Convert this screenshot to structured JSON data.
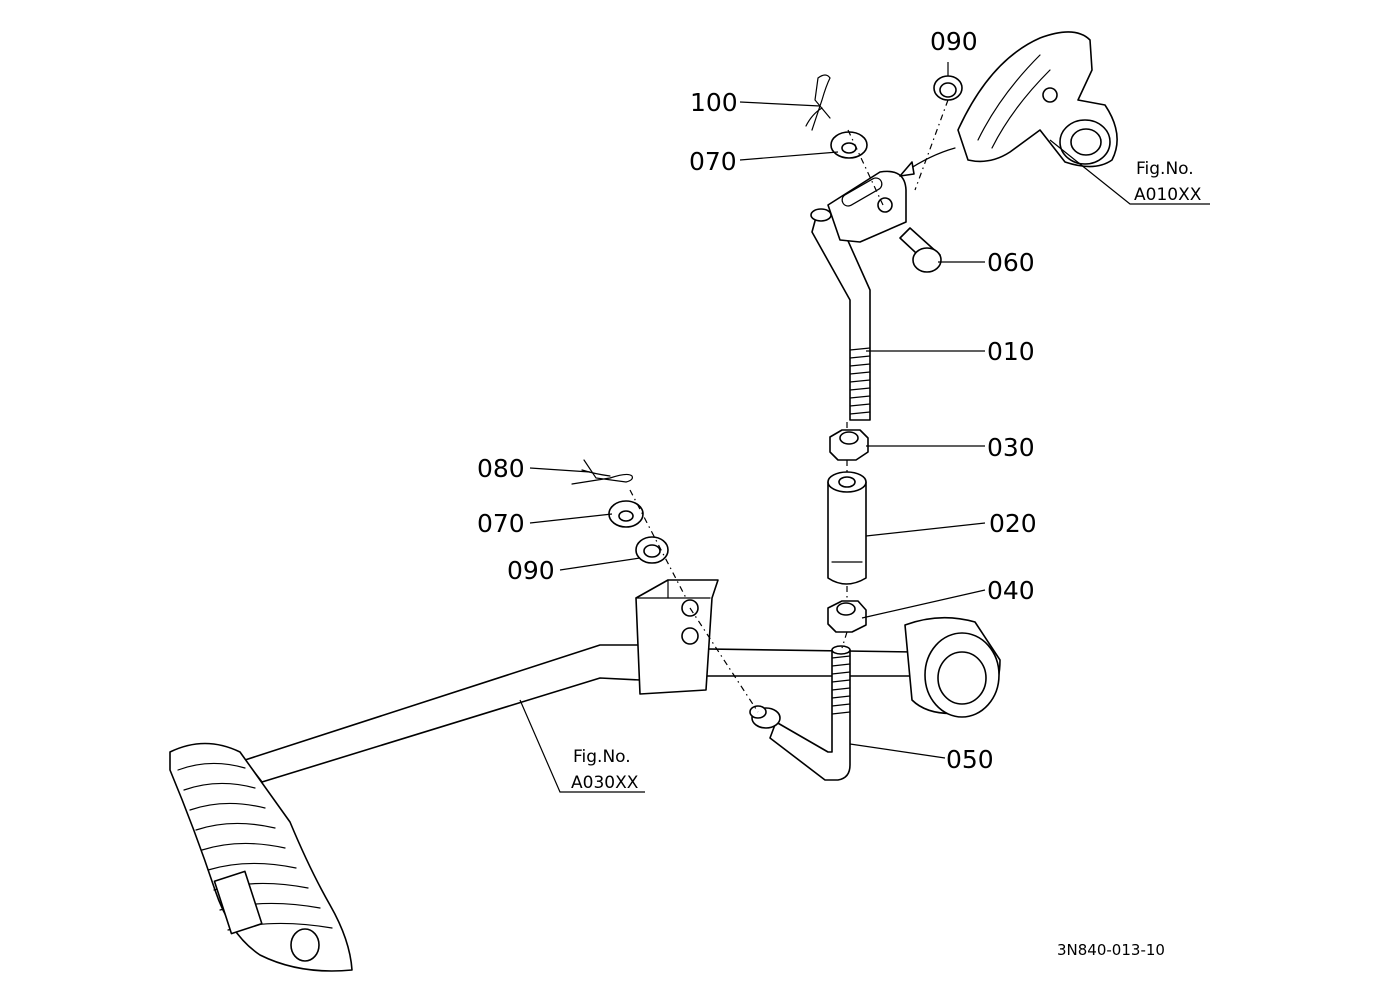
{
  "labels": {
    "p100": "100",
    "p070_top": "070",
    "p090_top": "090",
    "p060": "060",
    "p010": "010",
    "p030": "030",
    "p020": "020",
    "p040": "040",
    "p050": "050",
    "p080": "080",
    "p070_bottom": "070",
    "p090_bottom": "090"
  },
  "refs": {
    "fig_label_top": "Fig.No.",
    "fig_code_top": "A010XX",
    "fig_label_bottom": "Fig.No.",
    "fig_code_bottom": "A030XX"
  },
  "drawing_code": "3N840-013-10"
}
